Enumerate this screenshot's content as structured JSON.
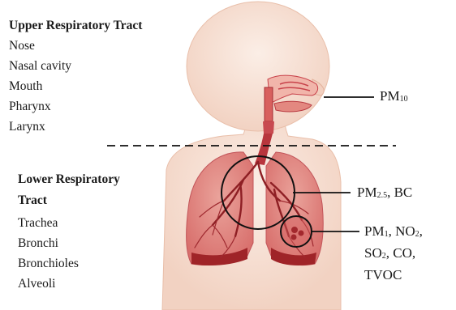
{
  "upper": {
    "heading": "Upper Respiratory Tract",
    "items": [
      "Nose",
      "Nasal cavity",
      "Mouth",
      "Pharynx",
      "Larynx"
    ]
  },
  "lower": {
    "heading_line1": "Lower Respiratory",
    "heading_line2": "Tract",
    "items": [
      "Trachea",
      "Bronchi",
      "Bronchioles",
      "Alveoli"
    ]
  },
  "labels": {
    "pm10": {
      "main": "PM",
      "sub": "10"
    },
    "pm25": {
      "main": "PM",
      "sub": "2.5",
      "rest": ", BC"
    },
    "pm1": {
      "main": "PM",
      "sub": "1",
      "rest": ", NO"
    },
    "no2_sub": "2",
    "no2_rest": ",",
    "so2": {
      "main": "SO",
      "sub": "2",
      "rest": ", CO,"
    },
    "tvoc": "TVOC"
  },
  "colors": {
    "skin": "#f6ddd0",
    "skin_edge": "#e8b9a4",
    "lung": "#e4908a",
    "lung_dark": "#9f2428",
    "airway": "#c8424a",
    "divider": "#111111"
  }
}
